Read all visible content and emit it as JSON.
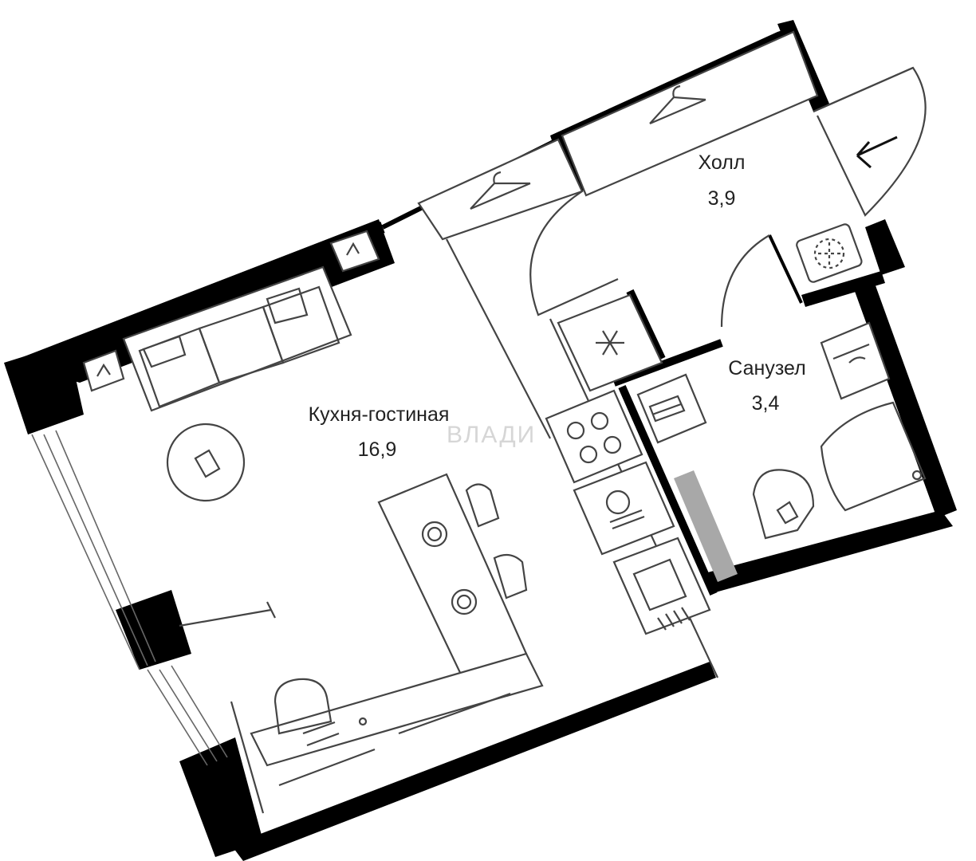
{
  "watermark": "ВЛАДИ",
  "rooms": {
    "living": {
      "name": "Кухня-гостиная",
      "area": "16,9"
    },
    "hall": {
      "name": "Холл",
      "area": "3,9"
    },
    "bathroom": {
      "name": "Санузел",
      "area": "3,4"
    }
  },
  "icons": [
    "entrance-arrow-icon",
    "snowflake-icon",
    "hanger-icon",
    "stove-icon",
    "washing-machine-icon",
    "sink-icon",
    "toilet-icon",
    "shower-icon",
    "sofa-icon",
    "table-icon",
    "chair-icon",
    "desk-icon"
  ],
  "colors": {
    "wall": "#000000",
    "line": "#444444",
    "accent_gray": "#a8a8a8"
  }
}
